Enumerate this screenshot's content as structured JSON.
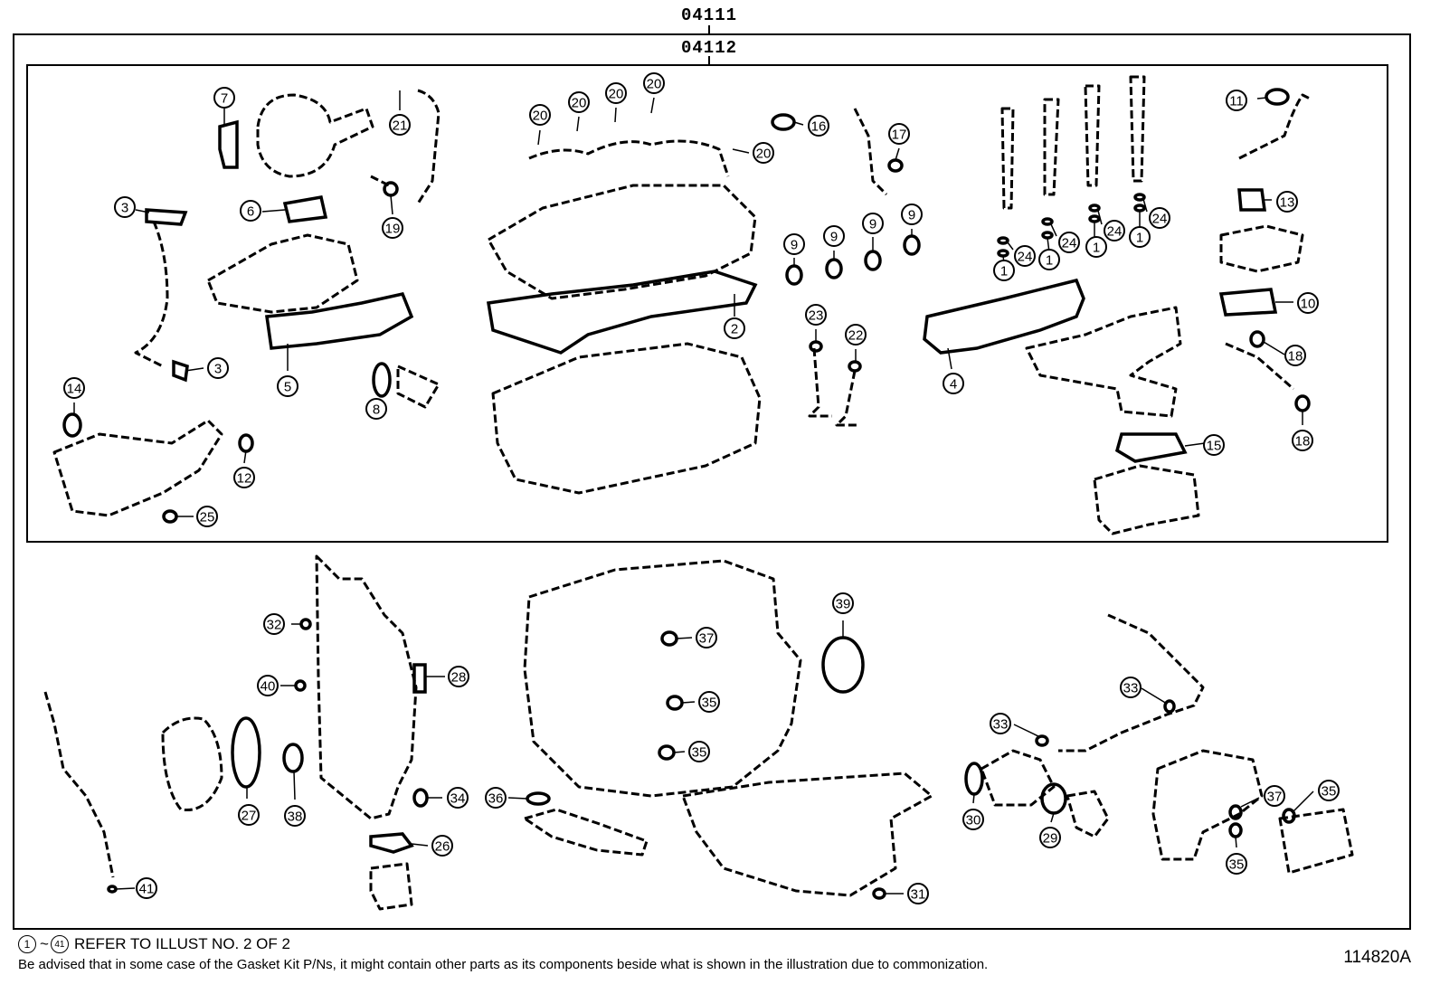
{
  "kits": {
    "outer": "04111",
    "inner": "04112"
  },
  "callouts": [
    {
      "id": "c7",
      "label": "7"
    },
    {
      "id": "c21",
      "label": "21"
    },
    {
      "id": "c3a",
      "label": "3"
    },
    {
      "id": "c6",
      "label": "6"
    },
    {
      "id": "c19",
      "label": "19"
    },
    {
      "id": "c5",
      "label": "5"
    },
    {
      "id": "c3b",
      "label": "3"
    },
    {
      "id": "c8",
      "label": "8"
    },
    {
      "id": "c14",
      "label": "14"
    },
    {
      "id": "c12",
      "label": "12"
    },
    {
      "id": "c25",
      "label": "25"
    },
    {
      "id": "c20a",
      "label": "20"
    },
    {
      "id": "c20b",
      "label": "20"
    },
    {
      "id": "c20c",
      "label": "20"
    },
    {
      "id": "c20d",
      "label": "20"
    },
    {
      "id": "c16",
      "label": "16"
    },
    {
      "id": "c20e",
      "label": "20"
    },
    {
      "id": "c2",
      "label": "2"
    },
    {
      "id": "c9a",
      "label": "9"
    },
    {
      "id": "c9b",
      "label": "9"
    },
    {
      "id": "c9c",
      "label": "9"
    },
    {
      "id": "c9d",
      "label": "9"
    },
    {
      "id": "c23",
      "label": "23"
    },
    {
      "id": "c22",
      "label": "22"
    },
    {
      "id": "c17",
      "label": "17"
    },
    {
      "id": "c24a",
      "label": "24"
    },
    {
      "id": "c1a",
      "label": "1"
    },
    {
      "id": "c24b",
      "label": "24"
    },
    {
      "id": "c1b",
      "label": "1"
    },
    {
      "id": "c24c",
      "label": "24"
    },
    {
      "id": "c1c",
      "label": "1"
    },
    {
      "id": "c24d",
      "label": "24"
    },
    {
      "id": "c1d",
      "label": "1"
    },
    {
      "id": "c4",
      "label": "4"
    },
    {
      "id": "c11",
      "label": "11"
    },
    {
      "id": "c13",
      "label": "13"
    },
    {
      "id": "c10",
      "label": "10"
    },
    {
      "id": "c18a",
      "label": "18"
    },
    {
      "id": "c18b",
      "label": "18"
    },
    {
      "id": "c15",
      "label": "15"
    },
    {
      "id": "c32",
      "label": "32"
    },
    {
      "id": "c40",
      "label": "40"
    },
    {
      "id": "c28",
      "label": "28"
    },
    {
      "id": "c27",
      "label": "27"
    },
    {
      "id": "c38",
      "label": "38"
    },
    {
      "id": "c34",
      "label": "34"
    },
    {
      "id": "c26",
      "label": "26"
    },
    {
      "id": "c41",
      "label": "41"
    },
    {
      "id": "c36",
      "label": "36"
    },
    {
      "id": "c37a",
      "label": "37"
    },
    {
      "id": "c35a",
      "label": "35"
    },
    {
      "id": "c35b",
      "label": "35"
    },
    {
      "id": "c39",
      "label": "39"
    },
    {
      "id": "c31",
      "label": "31"
    },
    {
      "id": "c33a",
      "label": "33"
    },
    {
      "id": "c33b",
      "label": "33"
    },
    {
      "id": "c30",
      "label": "30"
    },
    {
      "id": "c29",
      "label": "29"
    },
    {
      "id": "c37b",
      "label": "37"
    },
    {
      "id": "c35c",
      "label": "35"
    },
    {
      "id": "c35d",
      "label": "35"
    }
  ],
  "footer": {
    "ref_start": "1",
    "ref_tilde": "~",
    "ref_end": "41",
    "ref_text": "REFER TO ILLUST NO. 2 OF 2",
    "note": "Be advised that in some case of the Gasket Kit P/Ns,  it might contain other parts as its components beside what is shown in the illustration due to commonization.",
    "illustration_id": "114820A"
  }
}
